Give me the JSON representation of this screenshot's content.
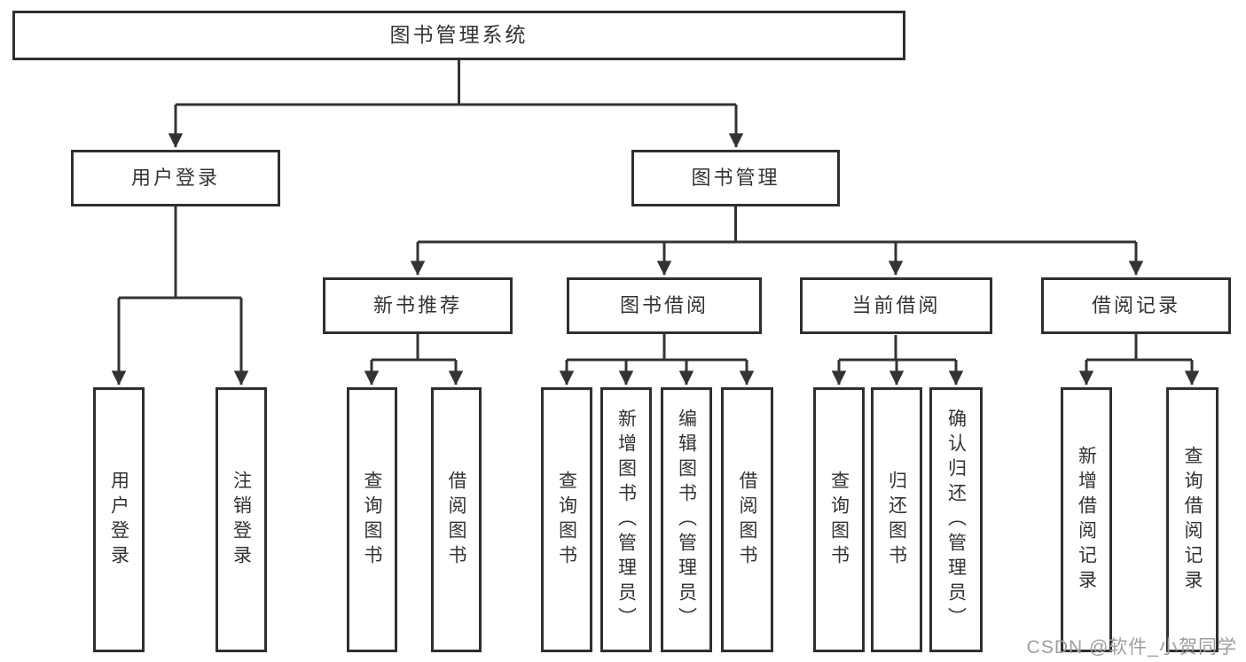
{
  "diagram_title": "图书管理系统",
  "tree": {
    "label": "图书管理系统",
    "children": [
      {
        "label": "用户登录",
        "children": [
          {
            "label": "用户登录"
          },
          {
            "label": "注销登录"
          }
        ]
      },
      {
        "label": "图书管理",
        "children": [
          {
            "label": "新书推荐",
            "children": [
              {
                "label": "查询图书"
              },
              {
                "label": "借阅图书"
              }
            ]
          },
          {
            "label": "图书借阅",
            "children": [
              {
                "label": "查询图书"
              },
              {
                "label": "新增图书（管理员）"
              },
              {
                "label": "编辑图书（管理员）"
              },
              {
                "label": "借阅图书"
              }
            ]
          },
          {
            "label": "当前借阅",
            "children": [
              {
                "label": "查询图书"
              },
              {
                "label": "归还图书"
              },
              {
                "label": "确认归还（管理员）"
              }
            ]
          },
          {
            "label": "借阅记录",
            "children": [
              {
                "label": "新增借阅记录"
              },
              {
                "label": "查询借阅记录"
              }
            ]
          }
        ]
      }
    ]
  },
  "watermark": "CSDN @软件_小贺同学",
  "colors": {
    "line": "#333333",
    "box_border": "#2f2f2f",
    "text": "#333333",
    "watermark": "#9e9e9e",
    "background": "#ffffff"
  }
}
